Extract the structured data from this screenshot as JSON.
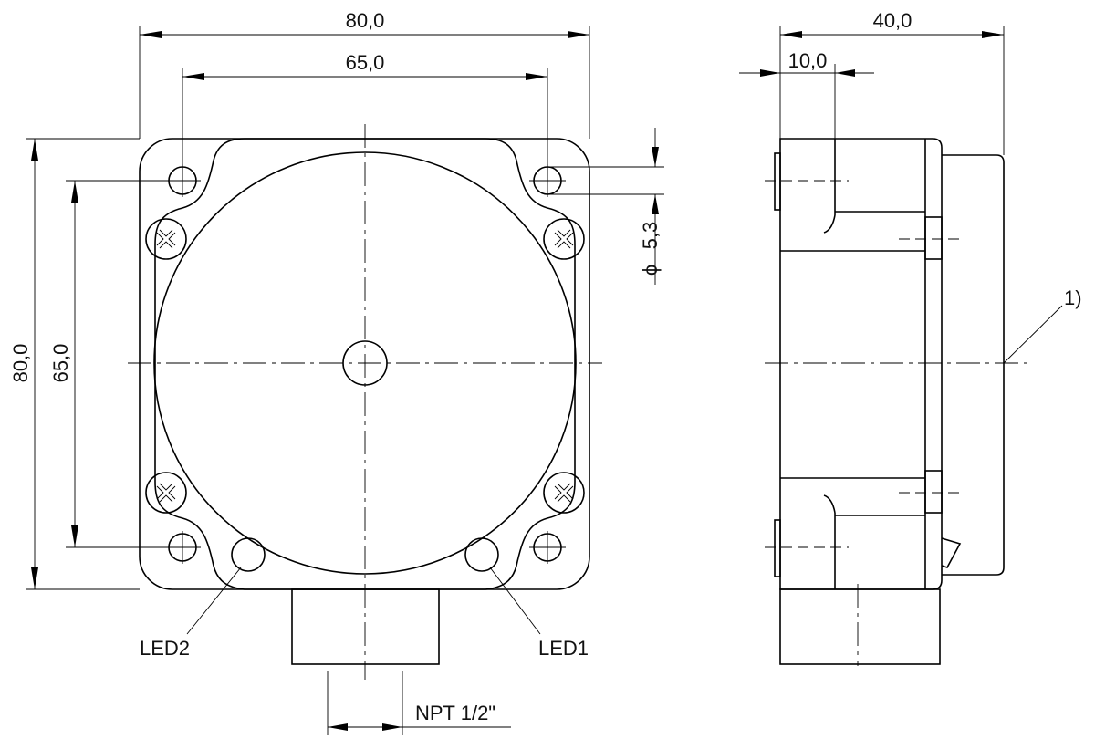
{
  "front_view": {
    "dim_width_outer": "80,0",
    "dim_width_holes": "65,0",
    "dim_height_outer": "80,0",
    "dim_height_holes": "65,0",
    "dim_hole_diameter": "5,3",
    "diameter_symbol": "ϕ",
    "led_left_label": "LED2",
    "led_right_label": "LED1",
    "thread_label": "NPT 1/2\""
  },
  "side_view": {
    "dim_depth": "40,0",
    "dim_flange": "10,0",
    "note_ref": "1)"
  }
}
